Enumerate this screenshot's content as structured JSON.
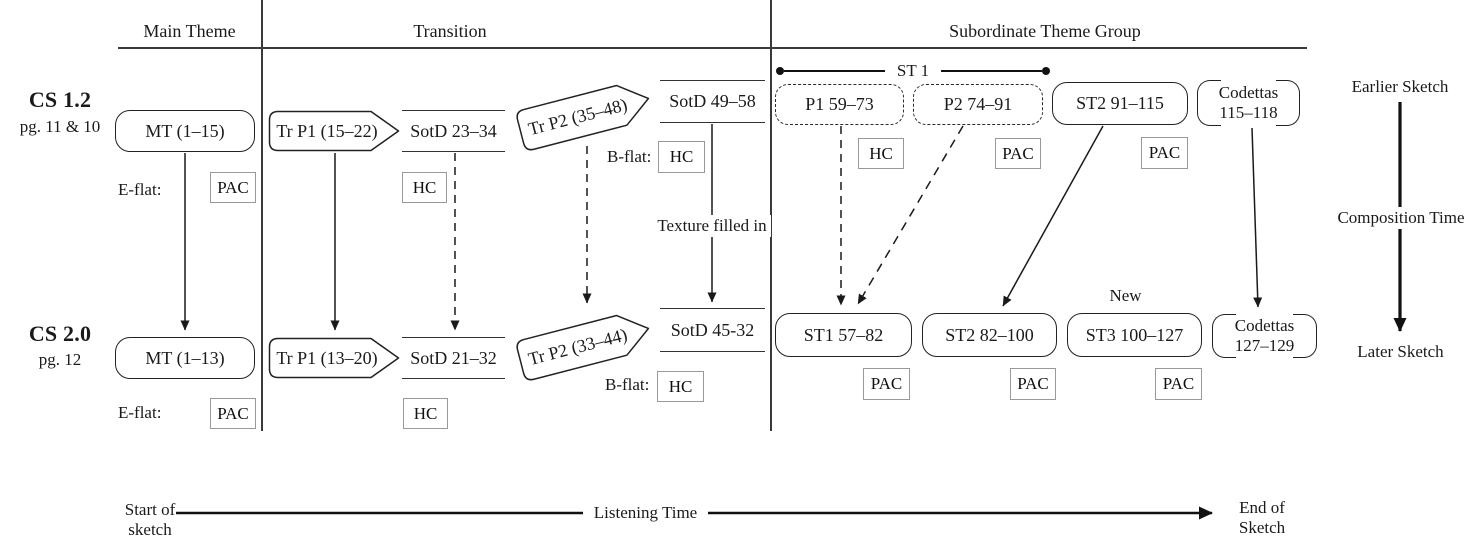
{
  "header": {
    "sections": {
      "main_theme": "Main Theme",
      "transition": "Transition",
      "subordinate": "Subordinate Theme Group"
    }
  },
  "sketch1": {
    "title": "CS 1.2",
    "pages": "pg. 11 & 10",
    "main_theme_box": "MT (1–15)",
    "main_theme_key": "E-flat:",
    "main_theme_cadence": "PAC",
    "tr_p1_box": "Tr P1 (15–22)",
    "sotd1_box": "SotD 23–34",
    "sotd1_cadence": "HC",
    "tr_p2_box": "Tr P2 (35–48)",
    "sotd2_box": "SotD 49–58",
    "sotd2_key": "B-flat:",
    "sotd2_cadence": "HC",
    "texture_note": "Texture filled in",
    "st1_bracket_label": "ST 1",
    "p1_box": "P1 59–73",
    "p1_cadence": "HC",
    "p2_box": "P2 74–91",
    "p2_cadence": "PAC",
    "st2_box": "ST2 91–115",
    "st2_cadence": "PAC",
    "codettas_line1": "Codettas",
    "codettas_line2": "115–118"
  },
  "sketch2": {
    "title": "CS 2.0",
    "pages": "pg. 12",
    "main_theme_box": "MT (1–13)",
    "main_theme_key": "E-flat:",
    "main_theme_cadence": "PAC",
    "tr_p1_box": "Tr P1 (13–20)",
    "sotd1_box": "SotD 21–32",
    "sotd1_cadence": "HC",
    "tr_p2_box": "Tr P2 (33–44)",
    "sotd2_box": "SotD 45-32",
    "sotd2_key": "B-flat:",
    "sotd2_cadence": "HC",
    "st1_box": "ST1 57–82",
    "st1_cadence": "PAC",
    "st2_box": "ST2 82–100",
    "st2_cadence": "PAC",
    "st3_new_label": "New",
    "st3_box": "ST3 100–127",
    "st3_cadence": "PAC",
    "codettas_line1": "Codettas",
    "codettas_line2": "127–129"
  },
  "composition_axis": {
    "earlier": "Earlier Sketch",
    "label": "Composition Time",
    "later": "Later Sketch"
  },
  "listening_axis": {
    "start_line1": "Start of",
    "start_line2": "sketch",
    "label": "Listening Time",
    "end_line1": "End of",
    "end_line2": "Sketch"
  },
  "colors": {
    "ink": "#1a1a1a",
    "cadence_border": "#999999",
    "background": "#ffffff"
  }
}
